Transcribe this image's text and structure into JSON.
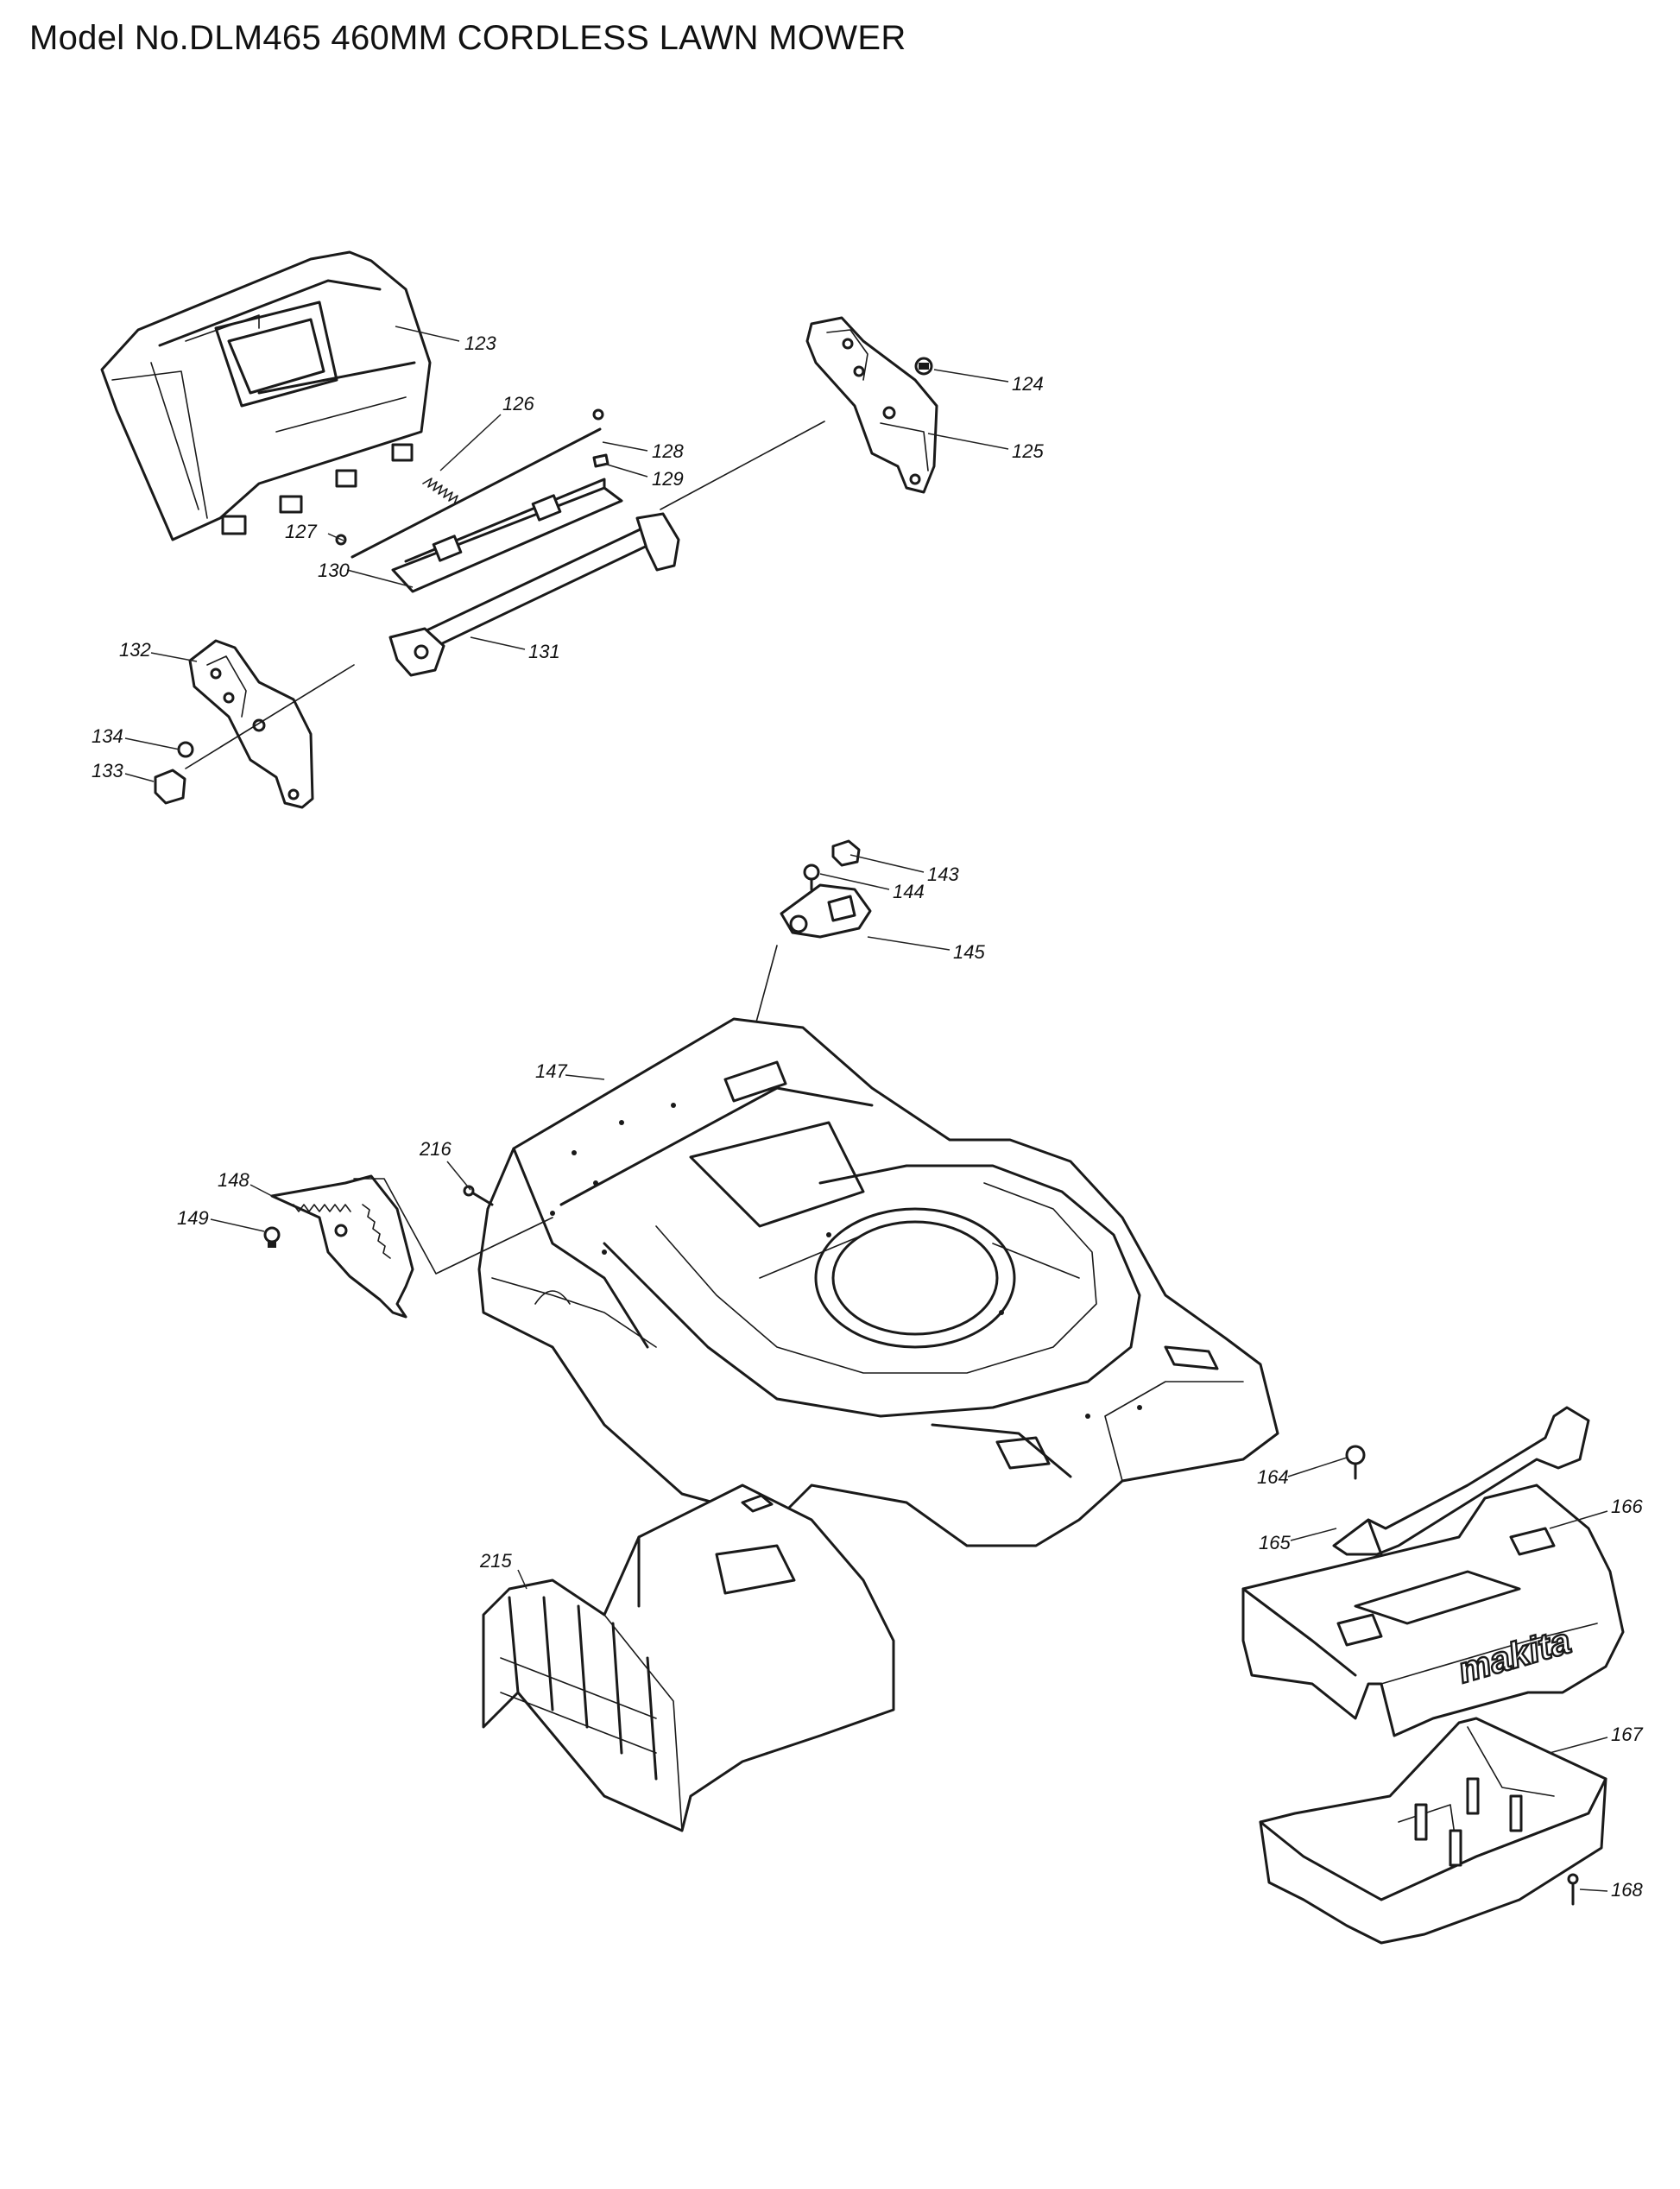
{
  "title": "Model No.DLM465 460MM CORDLESS LAWN MOWER",
  "brand_mark": "makita",
  "callouts": [
    "123",
    "124",
    "125",
    "126",
    "127",
    "128",
    "129",
    "130",
    "131",
    "132",
    "133",
    "134",
    "143",
    "144",
    "145",
    "147",
    "148",
    "149",
    "164",
    "165",
    "166",
    "167",
    "168",
    "215",
    "216"
  ]
}
